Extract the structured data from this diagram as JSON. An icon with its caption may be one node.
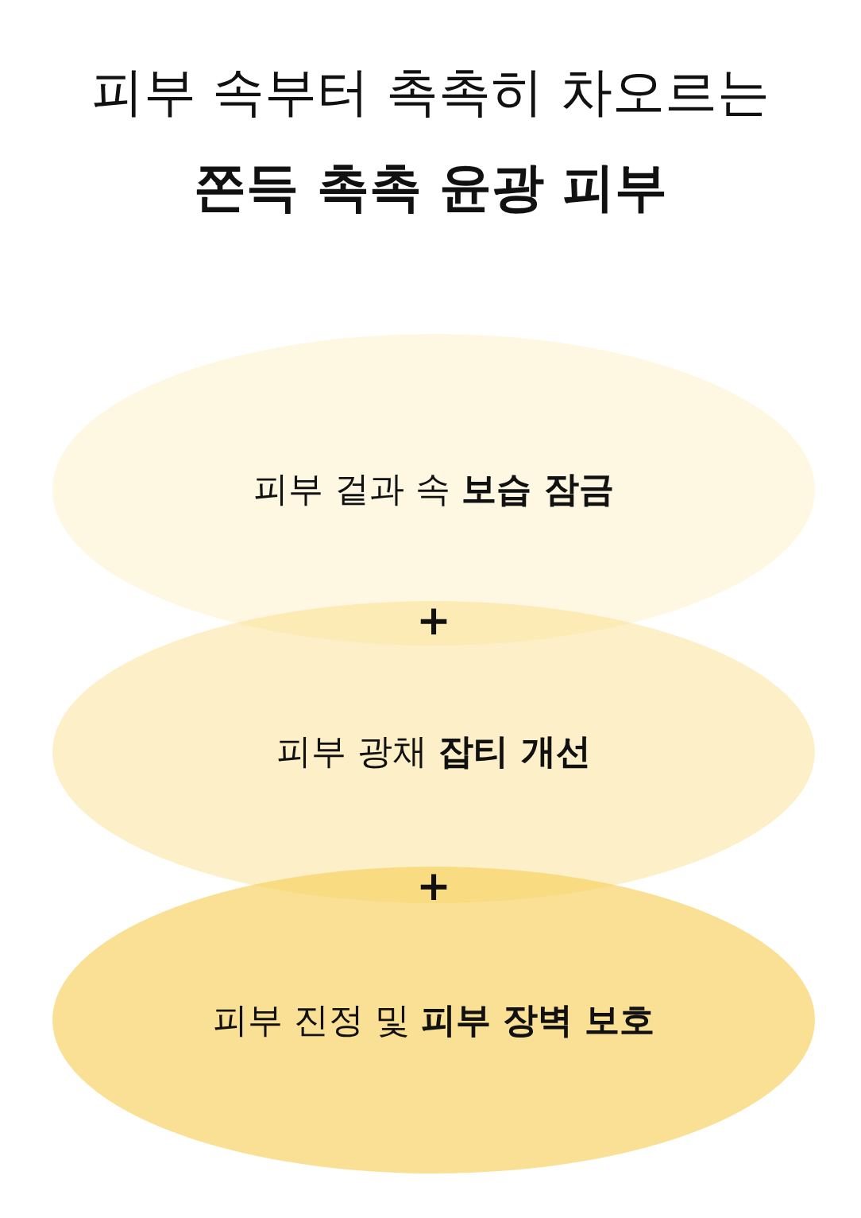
{
  "diagram": {
    "title": "피부 속부터 촉촉히 차오르는 **쫀득 촉촉 윤광 피부**",
    "nodes": [
      {
        "text": [
          "피부 겉과 속 **보습 잠금**"
        ]
      },
      {
        "text": [
          "피부 광채 **잡티 개선**"
        ]
      },
      {
        "text": [
          "피부 진정 및 **피부 장벽 보호**"
        ]
      }
    ],
    "labels": [
      "+",
      "+"
    ]
  }
}
